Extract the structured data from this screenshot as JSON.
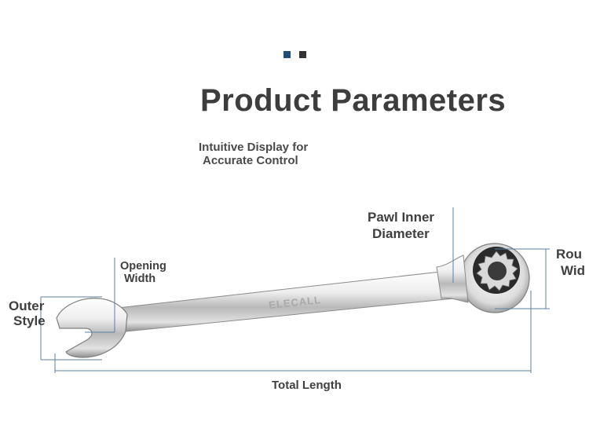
{
  "header": {
    "dots": [
      {
        "name": "blue-dot",
        "color": "#1f4e79"
      },
      {
        "name": "dark-dot",
        "color": "#333333"
      }
    ],
    "title": "Product Parameters",
    "subtitle_line1": "Intuitive Display for",
    "subtitle_line2": "Accurate Control"
  },
  "labels": {
    "pawl_inner_line1": "Pawl Inner",
    "pawl_inner_line2": "Diameter",
    "opening_line1": "Opening",
    "opening_line2": "Width",
    "outer_line1": "Outer",
    "outer_line2": "Style",
    "round_line1": "Rou",
    "round_line2": "Wid",
    "total_length": "Total Length"
  },
  "product": {
    "brand_engraving": "ELECALL"
  },
  "colors": {
    "accent_line": "#5b7fa3",
    "title": "#3d3d3d",
    "chrome_light": "#f4f4f4",
    "chrome_dark": "#9a9a9a"
  }
}
